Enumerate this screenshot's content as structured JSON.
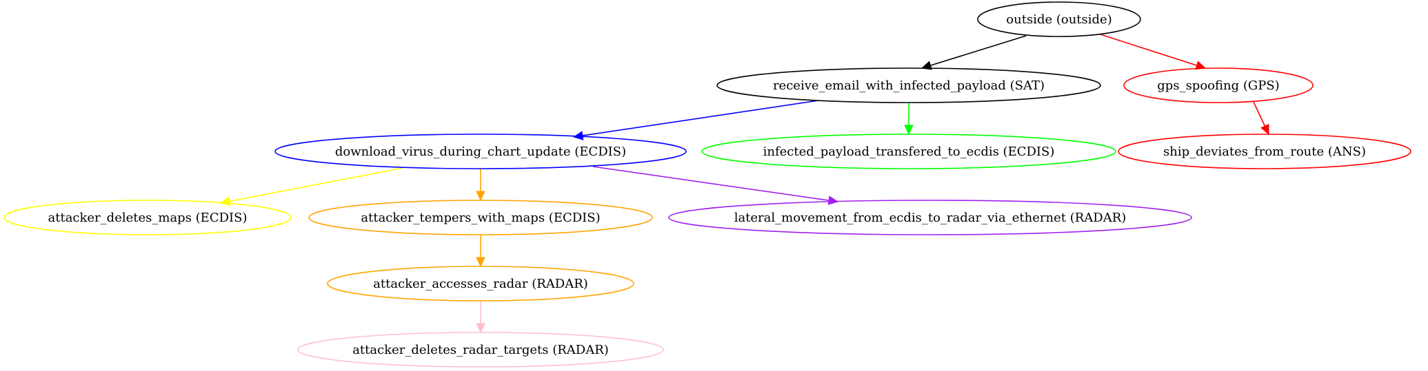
{
  "nodes": [
    {
      "id": "outside",
      "label": "outside (outside)",
      "color": "#000000"
    },
    {
      "id": "receive",
      "label": "receive_email_with_infected_payload (SAT)",
      "color": "#000000"
    },
    {
      "id": "gps",
      "label": "gps_spoofing (GPS)",
      "color": "#ff0000"
    },
    {
      "id": "download",
      "label": "download_virus_during_chart_update (ECDIS)",
      "color": "#0000ff"
    },
    {
      "id": "infected",
      "label": "infected_payload_transfered_to_ecdis (ECDIS)",
      "color": "#00ff00"
    },
    {
      "id": "deviates",
      "label": "ship_deviates_from_route (ANS)",
      "color": "#ff0000"
    },
    {
      "id": "deletes_maps",
      "label": "attacker_deletes_maps (ECDIS)",
      "color": "#ffff00"
    },
    {
      "id": "tempers",
      "label": "attacker_tempers_with_maps (ECDIS)",
      "color": "#ffa500"
    },
    {
      "id": "lateral",
      "label": "lateral_movement_from_ecdis_to_radar_via_ethernet (RADAR)",
      "color": "#a020f0"
    },
    {
      "id": "accesses",
      "label": "attacker_accesses_radar (RADAR)",
      "color": "#ffa500"
    },
    {
      "id": "deletes_targets",
      "label": "attacker_deletes_radar_targets (RADAR)",
      "color": "#ffc0cb"
    }
  ],
  "edges": [
    {
      "from": "outside",
      "to": "receive",
      "color": "#000000"
    },
    {
      "from": "outside",
      "to": "gps",
      "color": "#ff0000"
    },
    {
      "from": "receive",
      "to": "download",
      "color": "#0000ff"
    },
    {
      "from": "receive",
      "to": "infected",
      "color": "#00ff00"
    },
    {
      "from": "gps",
      "to": "deviates",
      "color": "#ff0000"
    },
    {
      "from": "download",
      "to": "deletes_maps",
      "color": "#ffff00"
    },
    {
      "from": "download",
      "to": "tempers",
      "color": "#ffa500"
    },
    {
      "from": "download",
      "to": "lateral",
      "color": "#a020f0"
    },
    {
      "from": "tempers",
      "to": "accesses",
      "color": "#ffa500"
    },
    {
      "from": "accesses",
      "to": "deletes_targets",
      "color": "#ffc0cb"
    }
  ]
}
